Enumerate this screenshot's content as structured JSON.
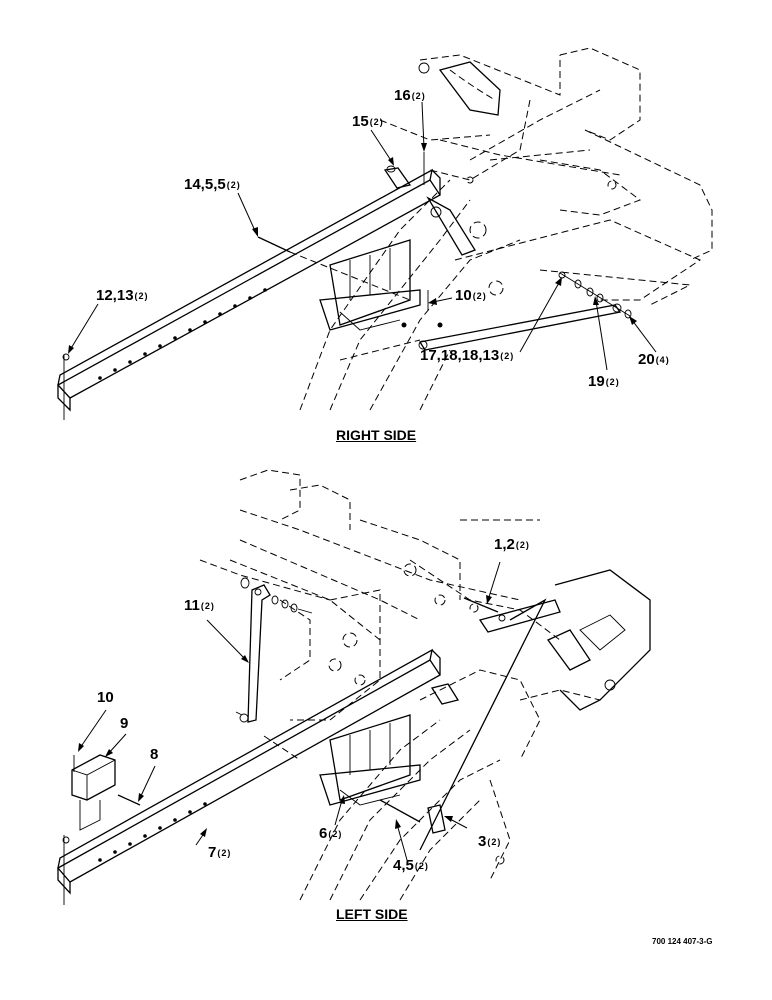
{
  "right_side": {
    "title": "RIGHT SIDE",
    "callouts": [
      {
        "id": "c16",
        "text": "16",
        "qty": "(2)"
      },
      {
        "id": "c15",
        "text": "15",
        "qty": "(2)"
      },
      {
        "id": "c14",
        "text": "14,5,5",
        "qty": "(2)"
      },
      {
        "id": "c12",
        "text": "12,13",
        "qty": "(2)"
      },
      {
        "id": "c10r",
        "text": "10",
        "qty": "(2)"
      },
      {
        "id": "c17",
        "text": "17,18,18,13",
        "qty": "(2)"
      },
      {
        "id": "c19",
        "text": "19",
        "qty": "(2)"
      },
      {
        "id": "c20",
        "text": "20",
        "qty": "(4)"
      }
    ]
  },
  "left_side": {
    "title": "LEFT SIDE",
    "callouts": [
      {
        "id": "c1",
        "text": "1,2",
        "qty": "(2)"
      },
      {
        "id": "c11",
        "text": "11",
        "qty": "(2)"
      },
      {
        "id": "c10l",
        "text": "10",
        "qty": ""
      },
      {
        "id": "c9",
        "text": "9",
        "qty": ""
      },
      {
        "id": "c8",
        "text": "8",
        "qty": ""
      },
      {
        "id": "c6",
        "text": "6",
        "qty": "(2)"
      },
      {
        "id": "c7",
        "text": "7",
        "qty": "(2)"
      },
      {
        "id": "c3",
        "text": "3",
        "qty": "(2)"
      },
      {
        "id": "c4",
        "text": "4,5",
        "qty": "(2)"
      }
    ]
  },
  "drawing_number": "700 124 407-3-G"
}
